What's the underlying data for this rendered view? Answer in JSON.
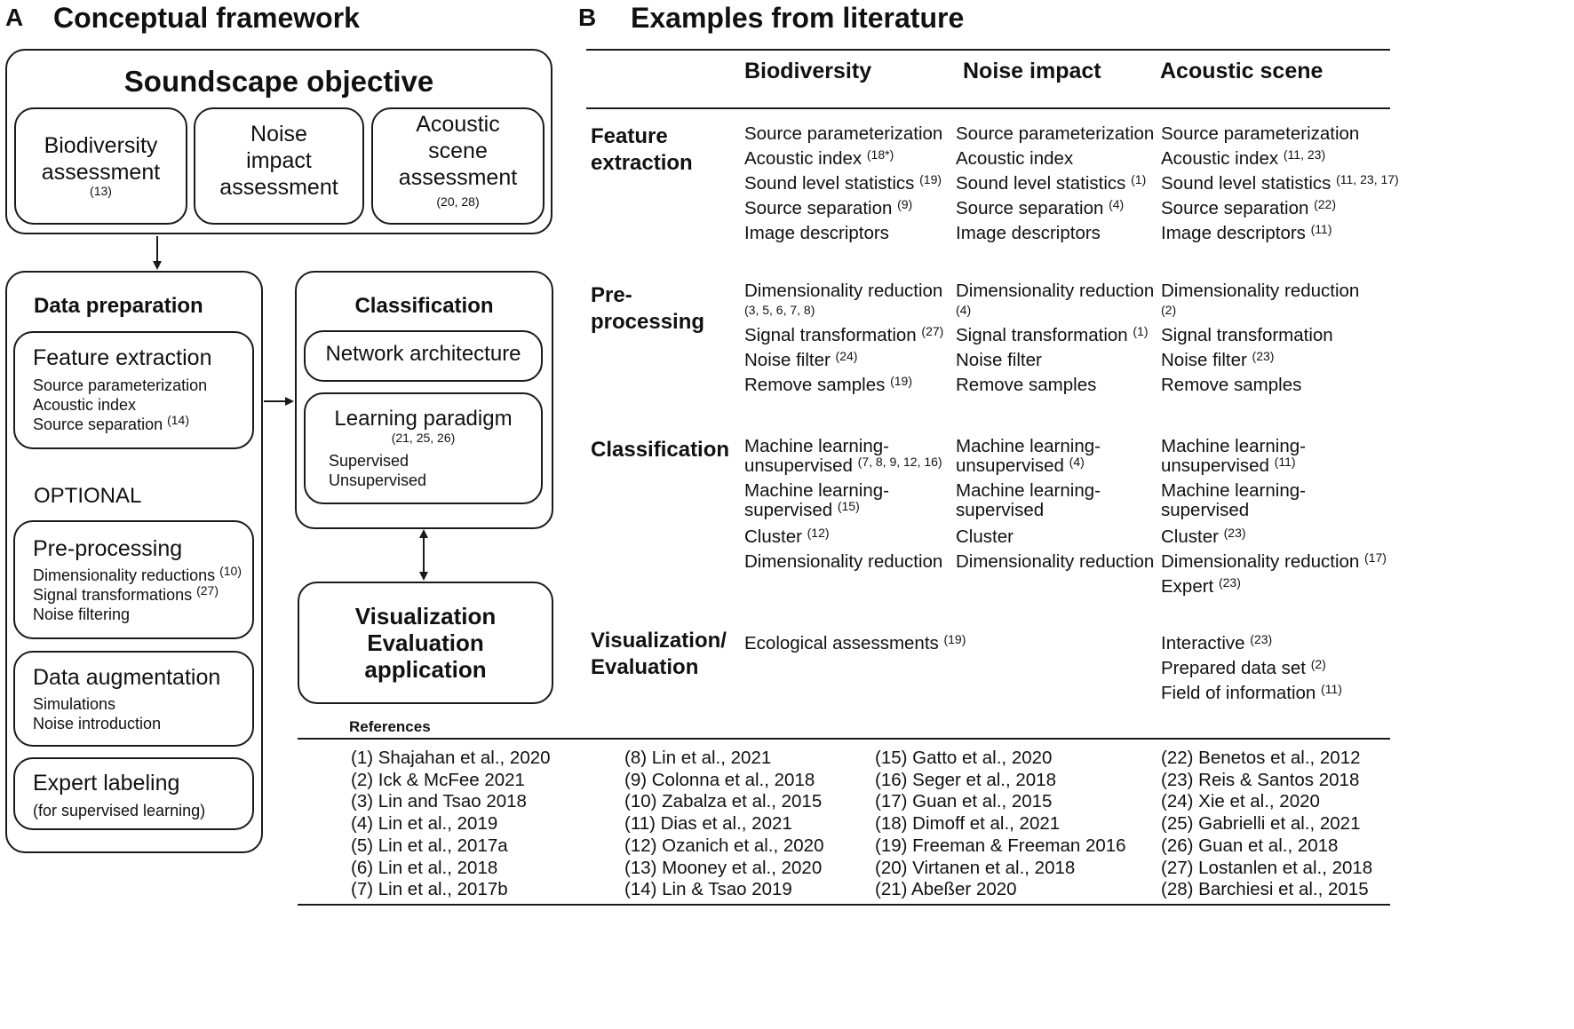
{
  "panel_a": {
    "letter": "A",
    "title": "Conceptual framework",
    "objective": {
      "title": "Soundscape objective",
      "boxes": [
        {
          "lines": [
            "Biodiversity",
            "assessment"
          ],
          "ref": "(13)"
        },
        {
          "lines": [
            "Noise",
            "impact",
            "assessment"
          ],
          "ref": ""
        },
        {
          "lines": [
            "Acoustic",
            "scene",
            "assessment"
          ],
          "ref": "(20, 28)"
        }
      ]
    },
    "data_preparation": {
      "title": "Data preparation",
      "feature_extraction": {
        "title": "Feature extraction",
        "items": [
          "Source parameterization",
          "Acoustic index",
          "Source separation"
        ],
        "ref": "(14)"
      },
      "optional_label": "OPTIONAL",
      "pre_processing": {
        "title": "Pre-processing",
        "items": [
          "Dimensionality reductions",
          "Signal transformations",
          "Noise filtering"
        ],
        "refs": [
          "(10)",
          "(27)",
          ""
        ]
      },
      "data_augmentation": {
        "title": "Data augmentation",
        "items": [
          "Simulations",
          "Noise introduction"
        ]
      },
      "expert_labeling": {
        "title": "Expert labeling",
        "note": "(for supervised learning)"
      }
    },
    "classification": {
      "title": "Classification",
      "network": "Network architecture",
      "learning": {
        "title": "Learning paradigm",
        "ref": "(21, 25, 26)",
        "items": [
          "Supervised",
          "Unsupervised"
        ]
      }
    },
    "visualization": {
      "lines": [
        "Visualization",
        "Evaluation",
        "application"
      ]
    }
  },
  "panel_b": {
    "letter": "B",
    "title": "Examples from literature",
    "columns": [
      "Biodiversity",
      "Noise impact",
      "Acoustic scene"
    ],
    "rows": [
      {
        "label": [
          "Feature",
          "extraction"
        ],
        "cells": [
          [
            {
              "t": "Source parameterization",
              "r": ""
            },
            {
              "t": "Acoustic index",
              "r": "(18*)"
            },
            {
              "t": "Sound level statistics",
              "r": "(19)"
            },
            {
              "t": "Source separation",
              "r": "(9)"
            },
            {
              "t": "Image descriptors",
              "r": ""
            }
          ],
          [
            {
              "t": "Source parameterization",
              "r": ""
            },
            {
              "t": "Acoustic index",
              "r": ""
            },
            {
              "t": "Sound level statistics",
              "r": "(1)"
            },
            {
              "t": "Source separation",
              "r": "(4)"
            },
            {
              "t": "Image descriptors",
              "r": ""
            }
          ],
          [
            {
              "t": "Source parameterization",
              "r": ""
            },
            {
              "t": "Acoustic index",
              "r": "(11, 23)"
            },
            {
              "t": "Sound level statistics",
              "r": "(11, 23, 17)"
            },
            {
              "t": "Source separation",
              "r": "(22)"
            },
            {
              "t": "Image descriptors",
              "r": "(11)"
            }
          ]
        ]
      },
      {
        "label": [
          "Pre-",
          "processing"
        ],
        "cells": [
          [
            {
              "t": "Dimensionality reduction",
              "r": "",
              "sub": "(3, 5, 6, 7, 8)"
            },
            {
              "t": "Signal transformation",
              "r": "(27)"
            },
            {
              "t": "Noise filter",
              "r": "(24)"
            },
            {
              "t": "Remove samples",
              "r": "(19)"
            }
          ],
          [
            {
              "t": "Dimensionality reduction",
              "r": "",
              "sub": "(4)"
            },
            {
              "t": "Signal transformation",
              "r": "(1)"
            },
            {
              "t": "Noise filter",
              "r": ""
            },
            {
              "t": "Remove samples",
              "r": ""
            }
          ],
          [
            {
              "t": "Dimensionality reduction",
              "r": "",
              "sub": "(2)"
            },
            {
              "t": "Signal transformation",
              "r": ""
            },
            {
              "t": "Noise filter",
              "r": "(23)"
            },
            {
              "t": "Remove samples",
              "r": ""
            }
          ]
        ]
      },
      {
        "label": [
          "Classification"
        ],
        "cells": [
          [
            {
              "t": "Machine learning-",
              "r": "",
              "t2": "unsupervised",
              "r2": "(7, 8, 9, 12, 16)"
            },
            {
              "t": "Machine learning-",
              "r": "",
              "t2": "supervised",
              "r2": "(15)"
            },
            {
              "t": "Cluster",
              "r": "(12)"
            },
            {
              "t": "Dimensionality reduction",
              "r": ""
            }
          ],
          [
            {
              "t": "Machine learning-",
              "r": "",
              "t2": "unsupervised",
              "r2": "(4)"
            },
            {
              "t": "Machine learning-",
              "r": "",
              "t2": "supervised",
              "r2": ""
            },
            {
              "t": "Cluster",
              "r": ""
            },
            {
              "t": "Dimensionality reduction",
              "r": ""
            }
          ],
          [
            {
              "t": "Machine learning-",
              "r": "",
              "t2": "unsupervised",
              "r2": "(11)"
            },
            {
              "t": "Machine learning-",
              "r": "",
              "t2": "supervised",
              "r2": ""
            },
            {
              "t": "Cluster",
              "r": "(23)"
            },
            {
              "t": "Dimensionality reduction",
              "r": "(17)"
            },
            {
              "t": "Expert ",
              "r": "(23)"
            }
          ]
        ]
      },
      {
        "label": [
          "Visualization/",
          "Evaluation"
        ],
        "cells": [
          [
            {
              "t": "Ecological assessments",
              "r": "(19)"
            }
          ],
          [],
          [
            {
              "t": "Interactive",
              "r": "(23)"
            },
            {
              "t": "Prepared data set",
              "r": "(2)"
            },
            {
              "t": "Field of information",
              "r": "(11)"
            }
          ]
        ]
      }
    ],
    "references_title": "References",
    "references": [
      [
        "(1) Shajahan et al., 2020",
        "(2) Ick & McFee 2021",
        "(3) Lin and Tsao 2018",
        "(4) Lin et al., 2019",
        "(5) Lin et al., 2017a",
        "(6) Lin et al., 2018",
        "(7) Lin et al., 2017b"
      ],
      [
        "(8) Lin et al., 2021",
        "(9) Colonna et al., 2018",
        "(10) Zabalza et al., 2015",
        "(11) Dias et al., 2021",
        "(12) Ozanich et al., 2020",
        "(13) Mooney et al., 2020",
        "(14) Lin & Tsao 2019"
      ],
      [
        "(15) Gatto et al., 2020",
        "(16) Seger et al., 2018",
        "(17) Guan et al., 2015",
        "(18) Dimoff et al., 2021",
        "(19) Freeman & Freeman 2016",
        "(20) Virtanen et al., 2018",
        "(21) Abeßer 2020"
      ],
      [
        "(22) Benetos et al., 2012",
        "(23) Reis & Santos 2018",
        "(24) Xie et al., 2020",
        "(25) Gabrielli et al., 2021",
        "(26) Guan et al., 2018",
        "(27) Lostanlen et al., 2018",
        "(28) Barchiesi et al., 2015"
      ]
    ]
  }
}
